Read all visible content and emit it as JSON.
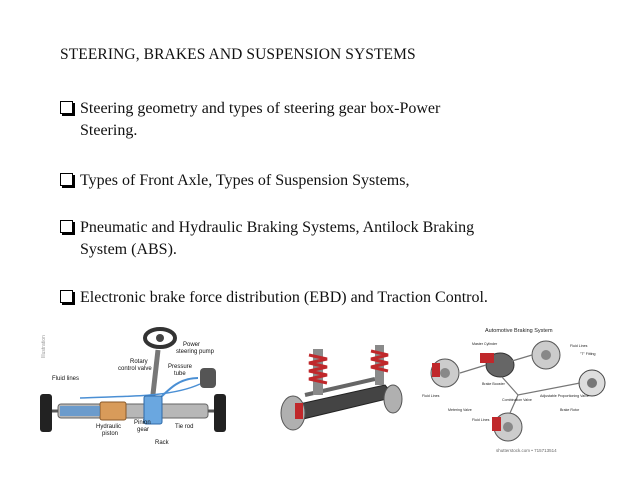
{
  "slide": {
    "title": "STEERING, BRAKES AND SUSPENSION SYSTEMS",
    "bullets": [
      {
        "line1": "Steering geometry and types of steering gear box-Power",
        "line2": "Steering."
      },
      {
        "line1": "Types of Front Axle, Types of Suspension Systems,",
        "line2": ""
      },
      {
        "line1": "Pneumatic and Hydraulic Braking Systems, Antilock Braking",
        "line2": "System (ABS)."
      },
      {
        "line1": "Electronic brake force distribution (EBD) and Traction Control.",
        "line2": ""
      }
    ]
  },
  "steering_diagram": {
    "watermark": "Illustration",
    "labels": {
      "power_pump": "Power\nsteering pump",
      "rotary_valve": "Rotary\ncontrol valve",
      "pressure_tube": "Pressure\ntube",
      "fluid_lines": "Fluid lines",
      "pinion_gear": "Pinion\ngear",
      "hydraulic_piston": "Hydraulic\npiston",
      "tie_rod": "Tie rod",
      "rack": "Rack"
    }
  },
  "brake_diagram": {
    "title": "Automotive Braking System",
    "labels": [
      "Master Cylinder",
      "Brake Booster",
      "Fluid Lines",
      "Metering Valve",
      "Fluid Lines",
      "Combination Valve",
      "Adjustable Proportioning Valve",
      "Brake Rotor",
      "Fluid Lines",
      "\"T\" Fitting"
    ],
    "credit": "shutterstock.com • 715713514"
  },
  "colors": {
    "bullet_border": "#000000",
    "hydraulic_fluid": "#4a8fd4",
    "rotor_red": "#c0282b"
  }
}
